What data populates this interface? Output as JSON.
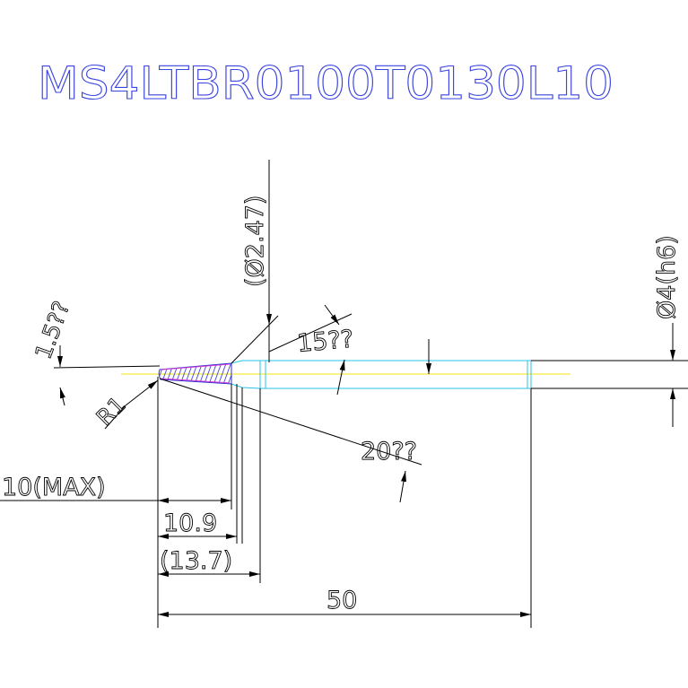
{
  "title": "MS4LTBR0100T0130L10",
  "colors": {
    "title": "#3b45e0",
    "dimension": "#000000",
    "outline": "#27c3e6",
    "centerline": "#f2e60c",
    "hatch": "#2b2bd6",
    "hatch_alt": "#d13bd1"
  },
  "dimensions": {
    "corner_radius": "R1",
    "neck_diameter": "(Ø2.47)",
    "shank_diameter": "Ø4(h6)",
    "radial_angle": "1.5??",
    "taper_angle": "15??",
    "relief_angle": "20??",
    "effective_length": "10(MAX)",
    "neck_length": "10.9",
    "relief_length": "(13.7)",
    "overall_length": "50"
  }
}
